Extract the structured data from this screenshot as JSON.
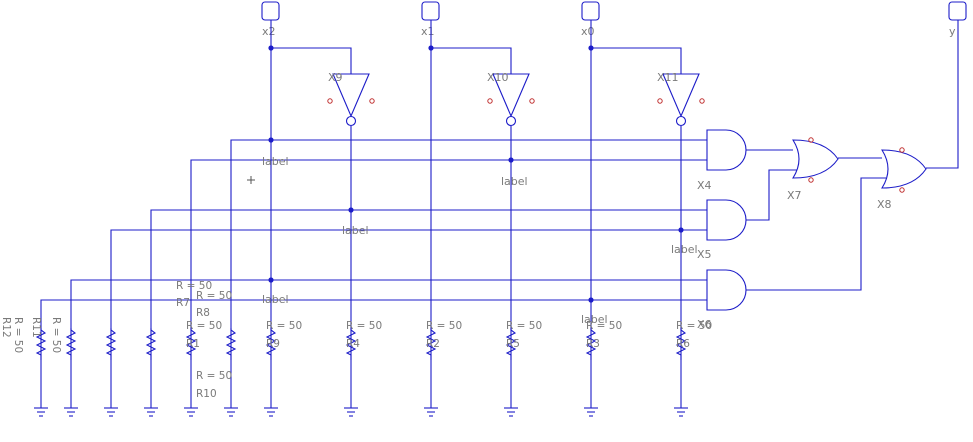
{
  "ports": {
    "x2": "x2",
    "x1": "x1",
    "x0": "x0",
    "y": "y"
  },
  "gates": {
    "not_x9": "X9",
    "not_x10": "X10",
    "not_x11": "X11",
    "and_x4": "X4",
    "and_x5": "X5",
    "and_x6": "X6",
    "or_x7": "X7",
    "or_x8": "X8"
  },
  "net_labels": {
    "l1": "label",
    "l2": "label",
    "l3": "label",
    "l4": "label",
    "l5": "label",
    "l6": "label"
  },
  "resistors": {
    "r1_name": "R1",
    "r1_value": "R = 50",
    "r2_name": "R2",
    "r2_value": "R = 50",
    "r3_name": "R3",
    "r3_value": "R = 50",
    "r4_name": "R4",
    "r4_value": "R = 50",
    "r5_name": "R5",
    "r5_value": "R = 50",
    "r6_name": "R6",
    "r6_value": "R = 50",
    "r7_name": "R7",
    "r7_value": "R = 50",
    "r8_name": "R8",
    "r8_value": "R = 50",
    "r9_name": "R9",
    "r9_value": "R = 50",
    "r10_name": "R10",
    "r10_value": "R = 50",
    "r11_name": "R11",
    "r11_value": "R = 50",
    "r12_name": "R12",
    "r12_value": "R = 50"
  },
  "colors": {
    "wire": "#1c1cc8",
    "pin": "#c03030",
    "text": "#7a7a7a"
  }
}
